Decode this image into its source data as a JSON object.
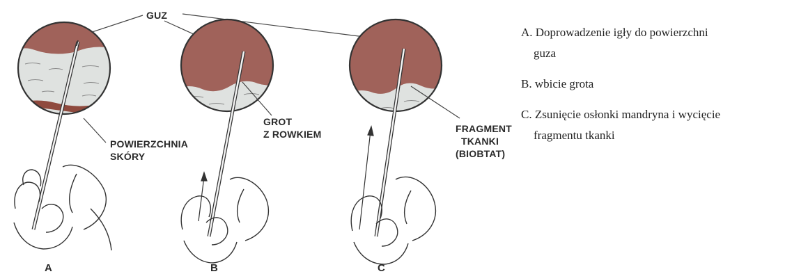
{
  "figure": {
    "labels": {
      "guz": "GUZ",
      "powierzchnia_1": "POWIERZCHNIA",
      "powierzchnia_2": "SKÓRY",
      "grot_1": "GROT",
      "grot_2": "Z ROWKIEM",
      "fragment_1": "FRAGMENT",
      "fragment_2": "TKANKI",
      "fragment_3": "(BIOBTAT)"
    },
    "panels": [
      "A",
      "B",
      "C"
    ],
    "colors": {
      "tumor": "#a0625a",
      "tissue": "#dfe2e0",
      "skin_line": "#8f4a3e",
      "ink": "#333333"
    }
  },
  "legend": {
    "a_line1": "A. Doprowadzenie igły do powierzchni",
    "a_line2": "guza",
    "b": "B. wbicie grota",
    "c_line1": "C. Zsunięcie osłonki mandryna i wycięcie",
    "c_line2": "fragmentu tkanki"
  }
}
